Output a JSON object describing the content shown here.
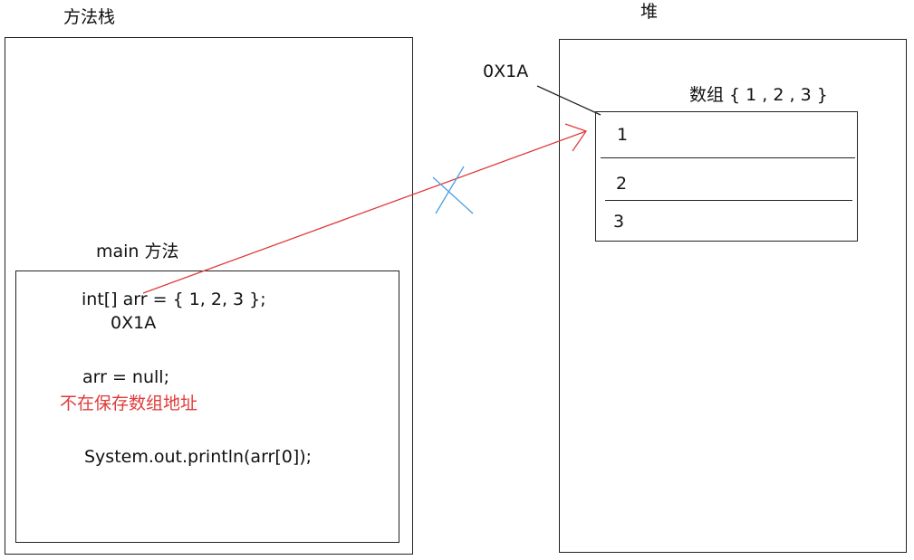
{
  "stack": {
    "title": "方法栈",
    "main_method": {
      "title": "main 方法",
      "line1": "int[] arr = { 1, 2, 3 };",
      "line1_address": "0X1A",
      "line2": "arr = null;",
      "line2_note": "不在保存数组地址",
      "line3": "System.out.println(arr[0]);"
    }
  },
  "heap": {
    "title": "堆",
    "address": "0X1A",
    "array_label": "数组 { 1 , 2 , 3 }",
    "cells": [
      "1",
      "2",
      "3"
    ]
  },
  "colors": {
    "reference_arrow": "#e03a3a",
    "broken_mark": "#4a9fe0",
    "note": "#e03a3a",
    "outline": "#222222"
  }
}
